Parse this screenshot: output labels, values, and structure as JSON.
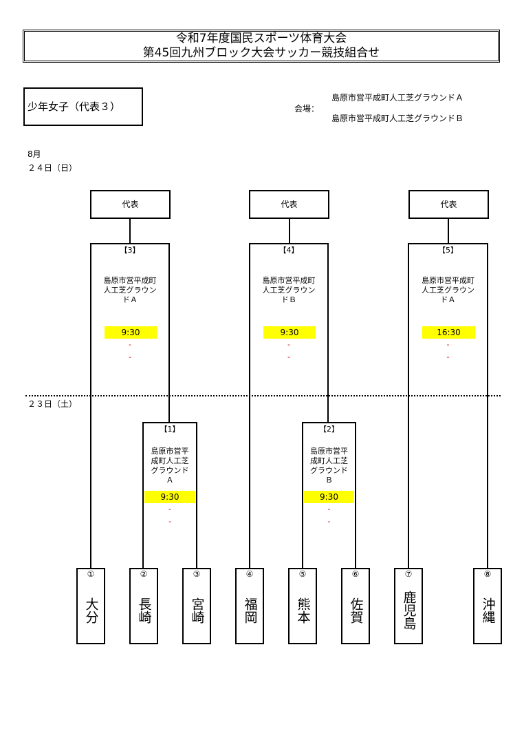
{
  "title": {
    "line1": "令和7年度国民スポーツ体育大会",
    "line2": "第45回九州ブロック大会サッカー競技組合せ"
  },
  "category": "少年女子（代表３）",
  "venue": {
    "label": "会場：",
    "items": [
      "島原市営平成町人工芝グラウンドＡ",
      "島原市営平成町人工芝グラウンドＢ"
    ]
  },
  "day2": {
    "month": "8月",
    "date": "２４日（日）"
  },
  "day1": {
    "date": "２３日（土）"
  },
  "representatives": [
    "代表",
    "代表",
    "代表"
  ],
  "matches": [
    {
      "id": "【3】",
      "venue_lines": [
        "島原市営平成町",
        "人工芝グラウン",
        "ドＡ"
      ],
      "time": "9:30",
      "dash1": "-",
      "dash2": "-"
    },
    {
      "id": "【4】",
      "venue_lines": [
        "島原市営平成町",
        "人工芝グラウン",
        "ドＢ"
      ],
      "time": "9:30",
      "dash1": "-",
      "dash2": "-"
    },
    {
      "id": "【5】",
      "venue_lines": [
        "島原市営平成町",
        "人工芝グラウン",
        "ドＡ"
      ],
      "time": "16:30",
      "dash1": "-",
      "dash2": "-"
    },
    {
      "id": "【1】",
      "venue_lines": [
        "島原市営平",
        "成町人工芝",
        "グラウンド",
        "Ａ"
      ],
      "time": "9:30",
      "dash1": "-",
      "dash2": "-"
    },
    {
      "id": "【2】",
      "venue_lines": [
        "島原市営平",
        "成町人工芝",
        "グラウンド",
        "Ｂ"
      ],
      "time": "9:30",
      "dash1": "-",
      "dash2": "-"
    }
  ],
  "teams": [
    {
      "num": "①",
      "name": "大分"
    },
    {
      "num": "②",
      "name": "長崎"
    },
    {
      "num": "③",
      "name": "宮崎"
    },
    {
      "num": "④",
      "name": "福岡"
    },
    {
      "num": "⑤",
      "name": "熊本"
    },
    {
      "num": "⑥",
      "name": "佐賀"
    },
    {
      "num": "⑦",
      "name": "鹿児島"
    },
    {
      "num": "⑧",
      "name": "沖縄"
    }
  ],
  "colors": {
    "highlight": "#ffff00",
    "dash": "#c00000",
    "line": "#000000"
  }
}
